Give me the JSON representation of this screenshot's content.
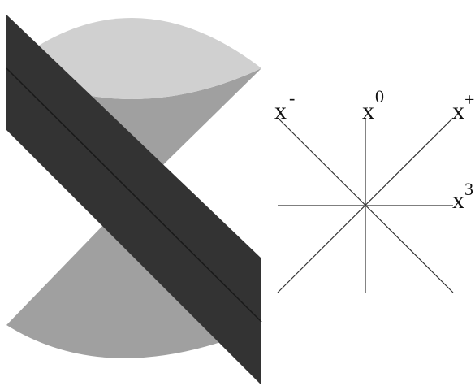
{
  "colors": {
    "background": "#ffffff",
    "cone_top_rim": "#d0d0d0",
    "cone_top_inner": "#a0a0a0",
    "cone_bottom": "#a0a0a0",
    "plane": "#333333",
    "axis_line": "#333333",
    "text": "#111111"
  },
  "axes": {
    "x_minus": {
      "base": "x",
      "sup": "-"
    },
    "x_zero": {
      "base": "x",
      "sup": "0"
    },
    "x_plus": {
      "base": "x",
      "sup": "+"
    },
    "x_three": {
      "base": "x",
      "sup": "3"
    }
  }
}
